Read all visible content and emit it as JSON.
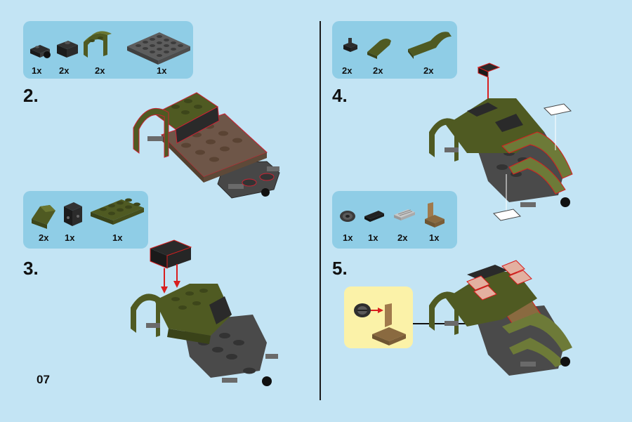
{
  "page_number": "07",
  "steps": [
    {
      "number": "2.",
      "parts": [
        {
          "name": "round-plate-with-wheel",
          "qty": "1x"
        },
        {
          "name": "bracket-1x2",
          "qty": "2x"
        },
        {
          "name": "mudguard-arch",
          "qty": "2x"
        },
        {
          "name": "plate-4x4",
          "qty": "1x"
        }
      ]
    },
    {
      "number": "3.",
      "parts": [
        {
          "name": "slope-wedge",
          "qty": "2x"
        },
        {
          "name": "bracket-black",
          "qty": "1x"
        },
        {
          "name": "plate-2x4",
          "qty": "1x"
        }
      ]
    },
    {
      "number": "4.",
      "parts": [
        {
          "name": "clip-plate",
          "qty": "2x"
        },
        {
          "name": "curved-slope",
          "qty": "2x"
        },
        {
          "name": "long-curved-slope",
          "qty": "2x"
        }
      ]
    },
    {
      "number": "5.",
      "parts": [
        {
          "name": "steering-wheel",
          "qty": "1x"
        },
        {
          "name": "tile-1x2",
          "qty": "1x"
        },
        {
          "name": "grille-tile",
          "qty": "2x"
        },
        {
          "name": "seat",
          "qty": "1x"
        }
      ]
    }
  ],
  "colors": {
    "background": "#c3e4f4",
    "parts_box": "#8fcde6",
    "callout": "#fbf2a8",
    "olive": "#4f5a22",
    "dark_gray": "#5b5b5b",
    "brown": "#6e5648",
    "arrow": "#d81e1e"
  }
}
